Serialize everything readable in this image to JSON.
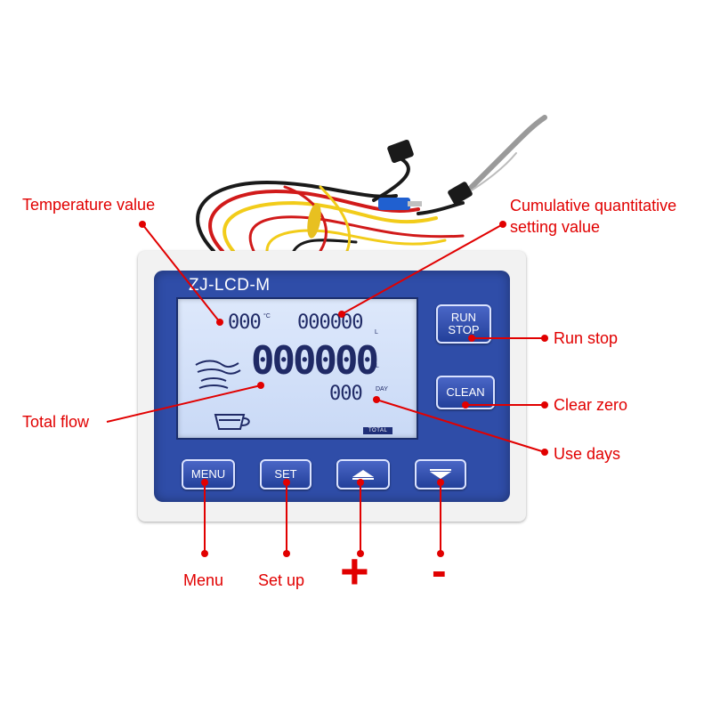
{
  "device": {
    "model": "ZJ-LCD-M",
    "display": {
      "temperature_value": "000",
      "temperature_unit": "°C",
      "cumulative_value": "000000",
      "cumulative_unit": "L",
      "total_flow_value": "000000",
      "total_flow_unit": "L",
      "days_value": "000",
      "days_unit": "DAY",
      "total_tag": "TOTAL"
    },
    "buttons": {
      "run_stop_line1": "RUN",
      "run_stop_line2": "STOP",
      "clean": "CLEAN",
      "menu": "MENU",
      "set": "SET"
    }
  },
  "labels": {
    "temperature": "Temperature value",
    "cumulative_line1": "Cumulative quantitative",
    "cumulative_line2": "setting value",
    "run_stop": "Run stop",
    "clear_zero": "Clear zero",
    "total_flow": "Total flow",
    "use_days": "Use days",
    "menu": "Menu",
    "set_up": "Set up",
    "plus": "+",
    "minus": "-"
  },
  "colors": {
    "annotation": "#e10000",
    "panel": "#2f4da8",
    "lcd": "#d3e0f8",
    "wire_red": "#d11a1a",
    "wire_yellow": "#f2cc1a",
    "wire_black": "#1a1a1a"
  }
}
